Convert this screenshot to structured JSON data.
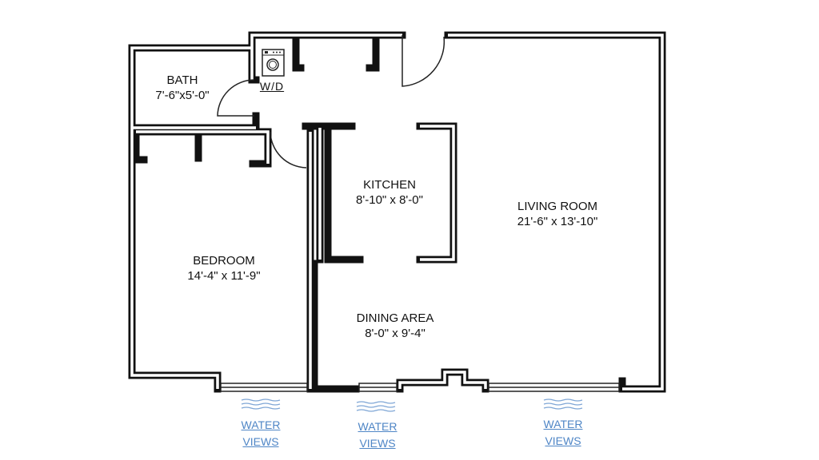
{
  "rooms": {
    "bath": {
      "name": "BATH",
      "size": "7'-6\"x5'-0\""
    },
    "washer_dryer": {
      "name": "W/D"
    },
    "kitchen": {
      "name": "KITCHEN",
      "size": "8'-10\" x 8'-0\""
    },
    "living_room": {
      "name": "LIVING ROOM",
      "size": "21'-6\" x 13'-10\""
    },
    "bedroom": {
      "name": "BEDROOM",
      "size": "14'-4\" x 11'-9\""
    },
    "dining_area": {
      "name": "DINING AREA",
      "size": "8'-0\" x 9'-4\""
    }
  },
  "views": [
    {
      "line1": "WATER",
      "line2": "VIEWS"
    },
    {
      "line1": "WATER",
      "line2": "VIEWS"
    },
    {
      "line1": "WATER",
      "line2": "VIEWS"
    }
  ],
  "colors": {
    "wall": "#111111",
    "water": "#4f86c6"
  }
}
